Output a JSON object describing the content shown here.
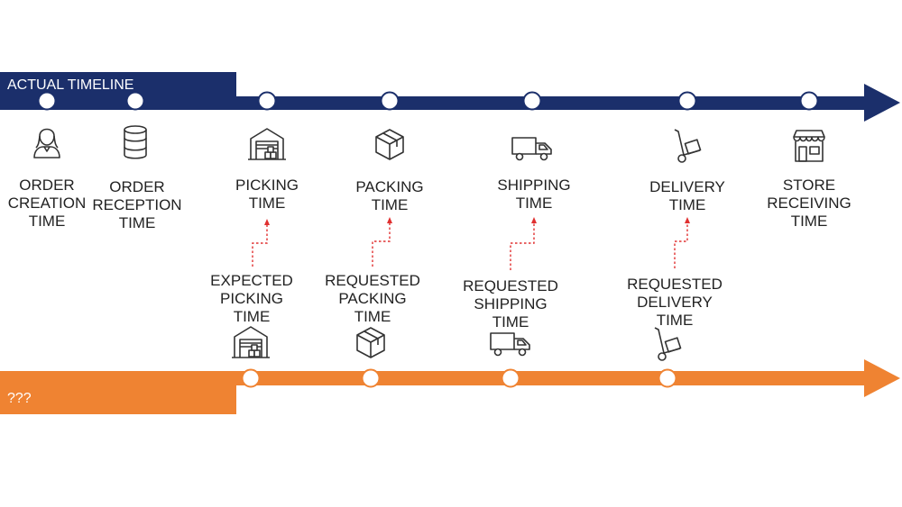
{
  "actual_timeline": {
    "label": "ACTUAL TIMELINE",
    "color": "#1b2f6b",
    "stages": [
      {
        "lines": [
          "ORDER",
          "CREATION",
          "TIME"
        ],
        "icon": "person-icon"
      },
      {
        "lines": [
          "ORDER",
          "RECEPTION",
          "TIME"
        ],
        "icon": "database-icon"
      },
      {
        "lines": [
          "PICKING",
          "TIME"
        ],
        "icon": "warehouse-icon"
      },
      {
        "lines": [
          "PACKING",
          "TIME"
        ],
        "icon": "box-icon"
      },
      {
        "lines": [
          "SHIPPING",
          "TIME"
        ],
        "icon": "truck-icon"
      },
      {
        "lines": [
          "DELIVERY",
          "TIME"
        ],
        "icon": "hand-truck-icon"
      },
      {
        "lines": [
          "STORE",
          "RECEIVING",
          "TIME"
        ],
        "icon": "store-icon"
      }
    ]
  },
  "expected_timeline": {
    "label": "???",
    "color": "#ef8332",
    "stages": [
      {
        "lines": [
          "EXPECTED",
          "PICKING",
          "TIME"
        ],
        "icon": "warehouse-icon"
      },
      {
        "lines": [
          "REQUESTED",
          "PACKING",
          "TIME"
        ],
        "icon": "box-icon"
      },
      {
        "lines": [
          "REQUESTED",
          "SHIPPING",
          "TIME"
        ],
        "icon": "truck-icon"
      },
      {
        "lines": [
          "REQUESTED",
          "DELIVERY",
          "TIME"
        ],
        "icon": "hand-truck-icon"
      }
    ]
  },
  "connector_color": "#e03030"
}
